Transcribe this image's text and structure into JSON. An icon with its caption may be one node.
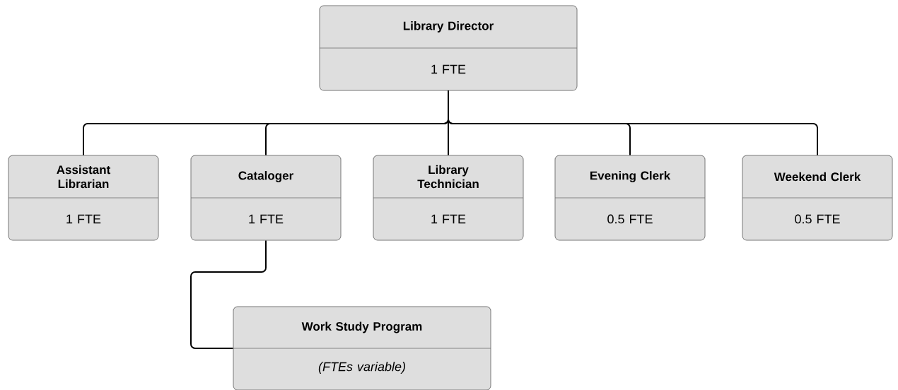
{
  "diagram": {
    "nodes": [
      {
        "text": [
          "Library Director",
          "1 FTE"
        ]
      },
      {
        "text": [
          "Assistant Librarian",
          "1 FTE"
        ]
      },
      {
        "text": [
          "Cataloger",
          "1 FTE"
        ]
      },
      {
        "text": [
          "Library Technician",
          "1 FTE"
        ]
      },
      {
        "text": [
          "Evening Clerk",
          "0.5 FTE"
        ]
      },
      {
        "text": [
          "Weekend Clerk",
          "0.5 FTE"
        ]
      },
      {
        "text": [
          "Work Study Program",
          "(FTEs variable)"
        ]
      }
    ],
    "edges": [
      {
        "from": 0,
        "to": 1,
        "arrow": "none"
      },
      {
        "from": 0,
        "to": 2,
        "arrow": "none"
      },
      {
        "from": 0,
        "to": 3,
        "arrow": "none"
      },
      {
        "from": 0,
        "to": 4,
        "arrow": "none"
      },
      {
        "from": 0,
        "to": 5,
        "arrow": "none"
      },
      {
        "from": 2,
        "to": 6,
        "arrow": "none"
      }
    ]
  }
}
